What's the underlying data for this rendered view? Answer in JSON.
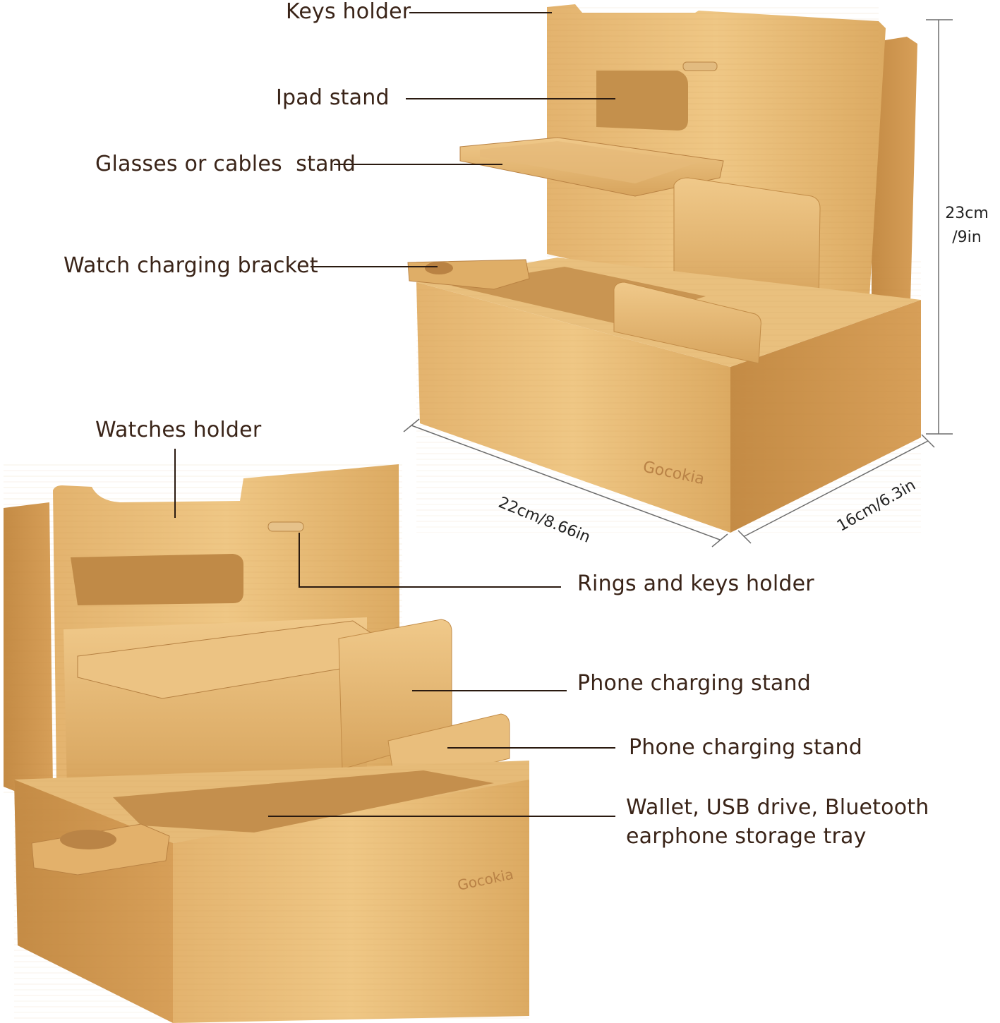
{
  "colors": {
    "bamboo_light": "#e8bf7a",
    "bamboo_mid": "#d9a55c",
    "bamboo_dark": "#b9813d",
    "line": "#2a1a10",
    "dimension_line": "#6d6d6d"
  },
  "brand": "Gocokia",
  "top_labels": {
    "keys_holder": "Keys holder",
    "ipad_stand": "Ipad stand",
    "glasses_stand": "Glasses or cables  stand",
    "watch_bracket": "Watch charging bracket"
  },
  "dimensions": {
    "height": "23cm\n/9in",
    "height_line1": "23cm",
    "height_line2": "/9in",
    "width": "22cm/8.66in",
    "depth": "16cm/6.3in"
  },
  "bottom_labels": {
    "watches_holder": "Watches holder",
    "rings_keys_holder": "Rings and keys holder",
    "phone_stand_1": "Phone charging stand",
    "phone_stand_2": "Phone charging stand",
    "tray_line1": "Wallet, USB drive, Bluetooth",
    "tray_line2": "earphone storage tray"
  }
}
